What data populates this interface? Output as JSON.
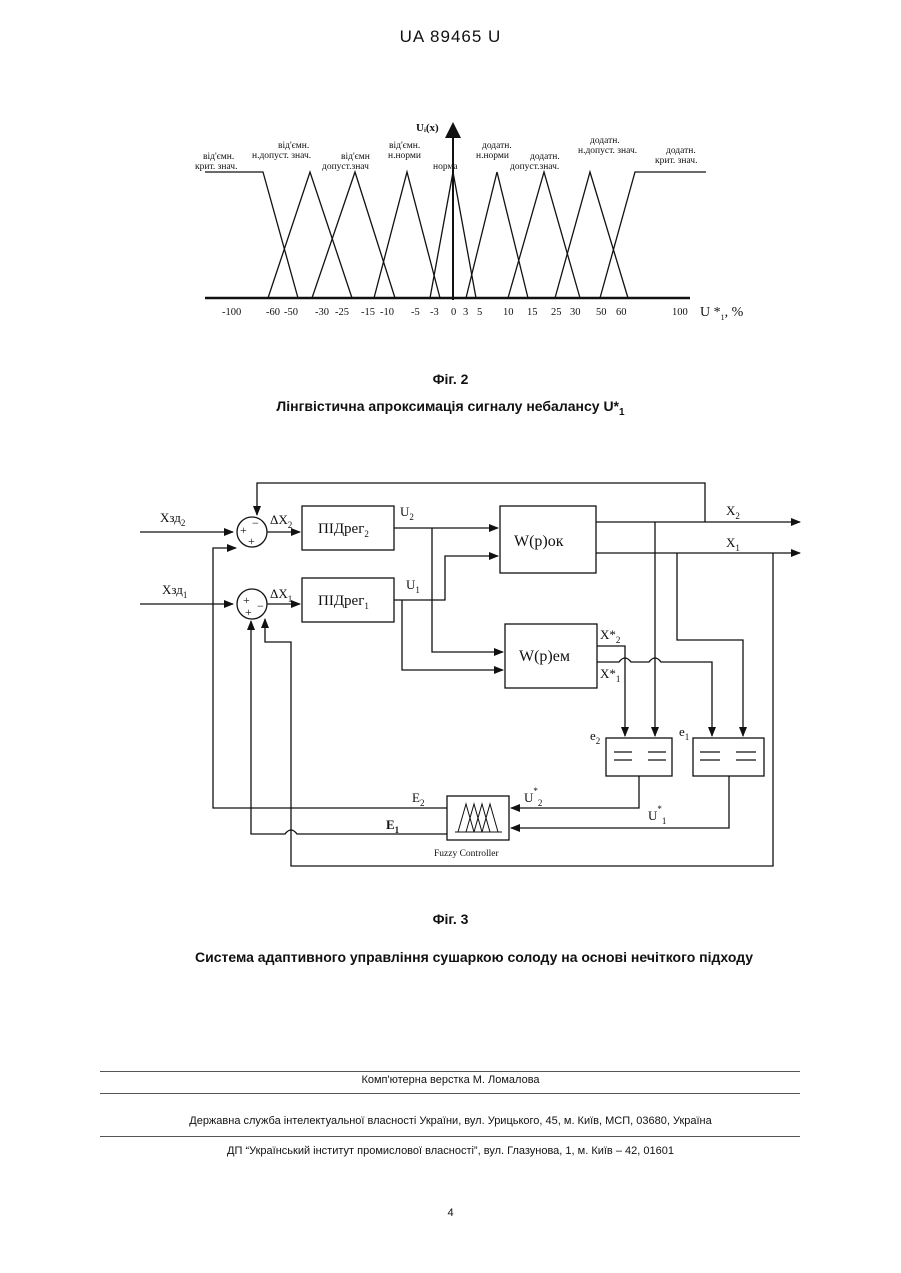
{
  "header": "UA   89465   U",
  "fig2": {
    "label": "Фіг. 2",
    "caption_prefix": "Лінгвістична апроксимація сигналу небалансу U*",
    "caption_sub": "1",
    "y_axis_label": "Uᵢ(x)",
    "x_axis_label": "U *",
    "x_axis_sub": "1",
    "x_axis_unit": ", %",
    "ticks": [
      "-100",
      "-60",
      "-50",
      "-30",
      "-25",
      "-15",
      "-10",
      "-5",
      "-3",
      "0",
      "3",
      "5",
      "10",
      "15",
      "25",
      "30",
      "50",
      "60",
      "100"
    ],
    "terms": [
      {
        "line1": "від'ємн.",
        "line2": "крит. знач."
      },
      {
        "line1": "від'ємн.",
        "line2": "н.допуст. знач."
      },
      {
        "line1": "від'ємн",
        "line2": "допуст.знач"
      },
      {
        "line1": "від'ємн.",
        "line2": "н.норми"
      },
      {
        "line1": "норма",
        "line2": ""
      },
      {
        "line1": "додатн.",
        "line2": "н.норми"
      },
      {
        "line1": "додатн.",
        "line2": "допуст.знач."
      },
      {
        "line1": "додатн.",
        "line2": "н.допуст. знач."
      },
      {
        "line1": "додатн.",
        "line2": "крит. знач."
      }
    ]
  },
  "fig3": {
    "label": "Фіг. 3",
    "caption": "Система адаптивного управління сушаркою солоду на основі нечіткого підходу",
    "input2": "Xзд",
    "input2_sub": "2",
    "input1": "Xзд",
    "input1_sub": "1",
    "dx2": "ΔX",
    "dx2_sub": "2",
    "dx1": "ΔX",
    "dx1_sub": "1",
    "pid2": "ПІДрег",
    "pid2_sub": "2",
    "pid1": "ПІДрег",
    "pid1_sub": "1",
    "u2": "U",
    "u2_sub": "2",
    "u1": "U",
    "u1_sub": "1",
    "plant": "W(p)ок",
    "model": "W(p)ем",
    "x2": "X",
    "x2_sub": "2",
    "x1": "X",
    "x1_sub": "1",
    "xs2": "X*",
    "xs2_sub": "2",
    "xs1": "X*",
    "xs1_sub": "1",
    "e2": "e",
    "e2_sub": "2",
    "e1": "e",
    "e1_sub": "1",
    "us2": "U",
    "us2_sup": "*",
    "us2_sub": "2",
    "us1": "U",
    "us1_sup": "*",
    "us1_sub": "1",
    "E2": "E",
    "E2_sub": "2",
    "E1": "E",
    "E1_sub": "1",
    "fuzzy": "Fuzzy Controller",
    "plus": "+",
    "minus": "−"
  },
  "footer": {
    "layout": "Комп'ютерна верстка М. Ломалова",
    "office": "Державна служба інтелектуальної власності України, вул. Урицького, 45, м. Київ, МСП, 03680, Україна",
    "institute": "ДП “Український інститут промислової власності”, вул. Глазунова, 1, м. Київ – 42, 01601",
    "page": "4"
  }
}
